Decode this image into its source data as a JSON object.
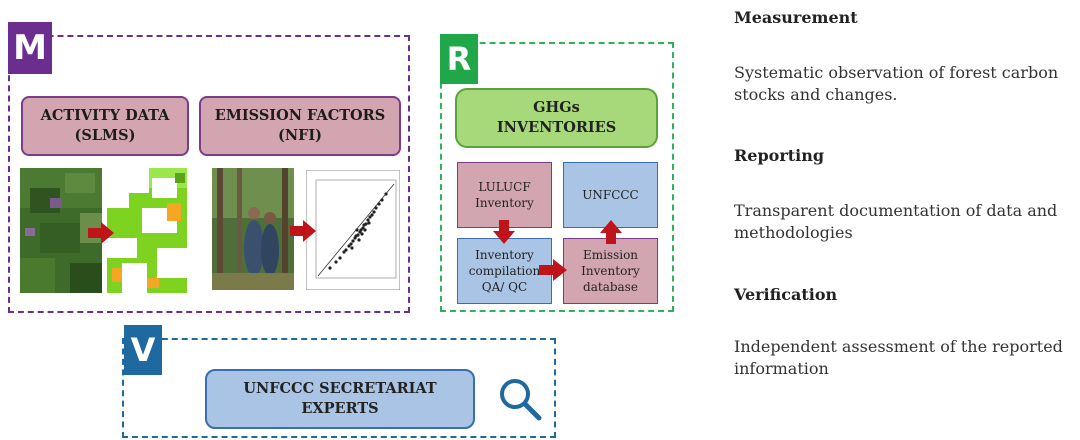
{
  "measurement": {
    "letter": "M",
    "activity_line1": "ACTIVITY DATA",
    "activity_line2": "(SLMS)",
    "emission_line1": "EMISSION FACTORS",
    "emission_line2": "(NFI)"
  },
  "reporting": {
    "letter": "R",
    "ghg_line1": "GHGs",
    "ghg_line2": "INVENTORIES",
    "lulucf_line1": "LULUCF",
    "lulucf_line2": "Inventory",
    "unfccc": "UNFCCC",
    "compilation_line1": "Inventory",
    "compilation_line2": "compilation",
    "compilation_line3": "QA/ QC",
    "database_line1": "Emission",
    "database_line2": "Inventory",
    "database_line3": "database"
  },
  "verification": {
    "letter": "V",
    "secretariat_line1": "UNFCCC SECRETARIAT",
    "secretariat_line2": "EXPERTS",
    "icon": "magnifier-icon"
  },
  "legend": [
    {
      "heading": "Measurement",
      "text": "Systematic observation of forest carbon stocks and changes."
    },
    {
      "heading": "Reporting",
      "text": "Transparent documentation of data and methodologies"
    },
    {
      "heading": "Verification",
      "text": "Independent assessment of the reported information"
    }
  ],
  "colors": {
    "measurement": "#6b2d8e",
    "reporting": "#1fa74a",
    "verification": "#1e6aa0",
    "arrow": "#c0141b",
    "pink": "#d2a5b1",
    "blue": "#a9c4e4",
    "green": "#a7d97b"
  }
}
